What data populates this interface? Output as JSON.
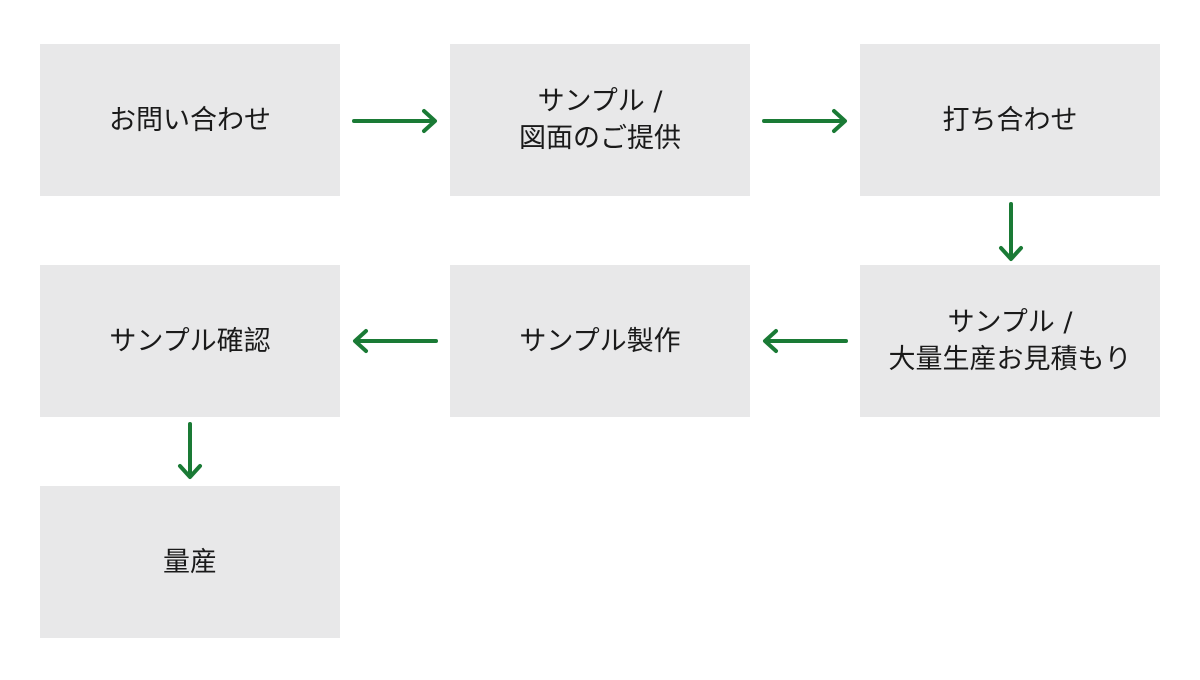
{
  "colors": {
    "box_fill": "#e8e8e9",
    "arrow": "#1a7a35",
    "text": "#1a1a1a"
  },
  "steps": [
    {
      "label": "お問い合わせ"
    },
    {
      "label": "サンプル /\n図面のご提供"
    },
    {
      "label": "打ち合わせ"
    },
    {
      "label": "サンプル /\n大量生産お見積もり"
    },
    {
      "label": "サンプル製作"
    },
    {
      "label": "サンプル確認"
    },
    {
      "label": "量産"
    }
  ],
  "arrows": [
    {
      "from": 0,
      "to": 1,
      "direction": "right"
    },
    {
      "from": 1,
      "to": 2,
      "direction": "right"
    },
    {
      "from": 2,
      "to": 3,
      "direction": "down"
    },
    {
      "from": 3,
      "to": 4,
      "direction": "left"
    },
    {
      "from": 4,
      "to": 5,
      "direction": "left"
    },
    {
      "from": 5,
      "to": 6,
      "direction": "down"
    }
  ]
}
